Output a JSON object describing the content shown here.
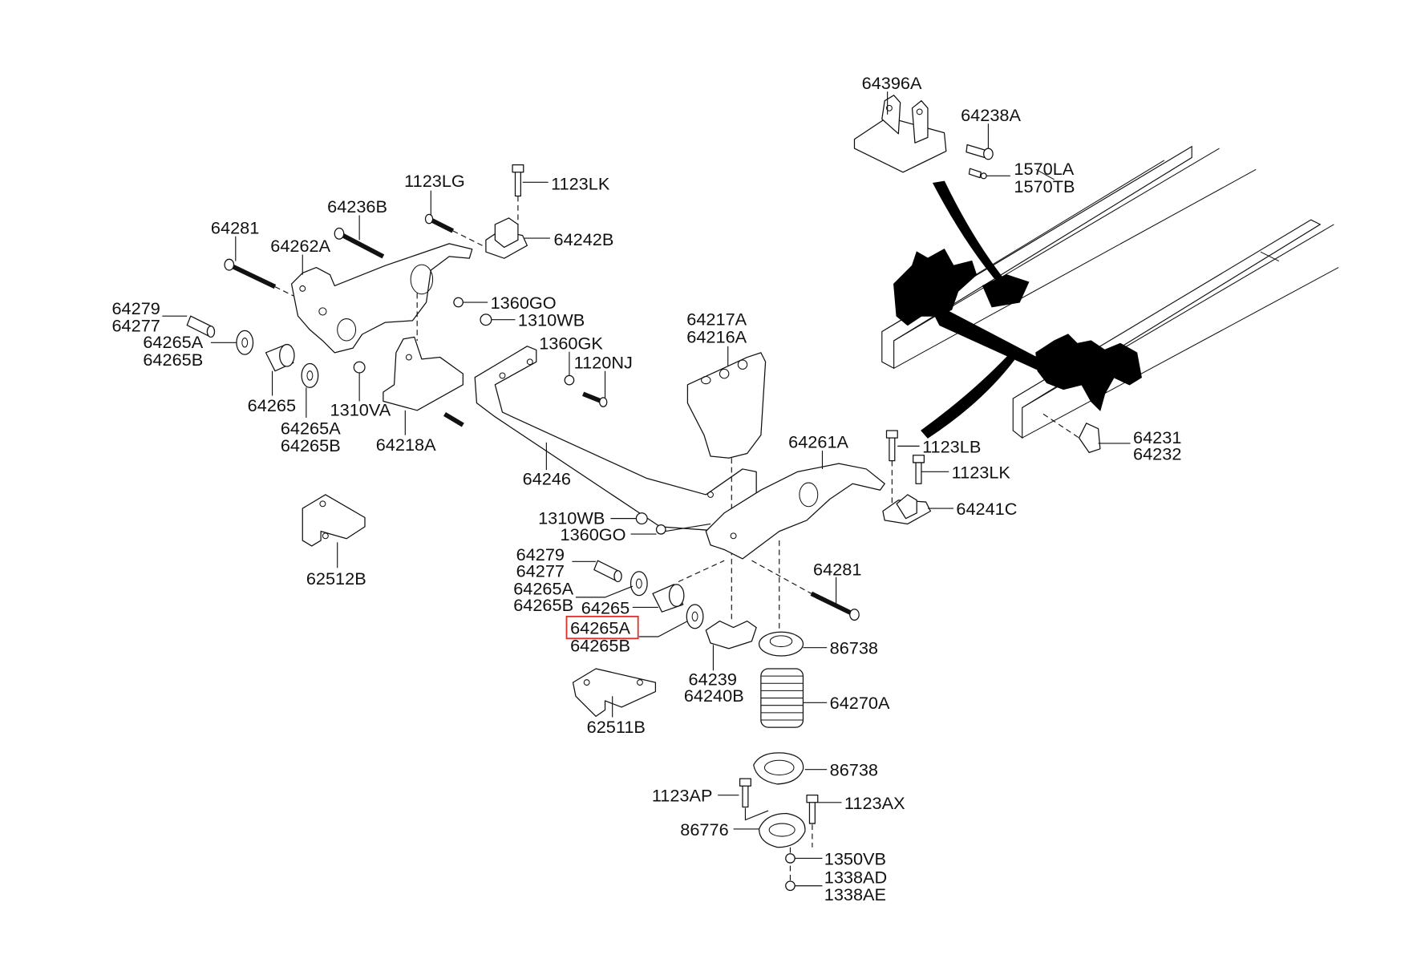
{
  "diagram": {
    "title": "Front Suspension Crossmember / Spring Parts Diagram",
    "highlight_color": "#e0302e",
    "highlighted_part": "64265A",
    "callouts": [
      {
        "id": "c-64396A",
        "lines": [
          "64396A"
        ]
      },
      {
        "id": "c-64238A",
        "lines": [
          "64238A"
        ]
      },
      {
        "id": "c-1570LA",
        "lines": [
          "1570LA",
          "1570TB"
        ]
      },
      {
        "id": "c-1123LG",
        "lines": [
          "1123LG"
        ]
      },
      {
        "id": "c-1123LK-top",
        "lines": [
          "1123LK"
        ]
      },
      {
        "id": "c-64236B",
        "lines": [
          "64236B"
        ]
      },
      {
        "id": "c-64242B",
        "lines": [
          "64242B"
        ]
      },
      {
        "id": "c-64281-left",
        "lines": [
          "64281"
        ]
      },
      {
        "id": "c-64262A",
        "lines": [
          "64262A"
        ]
      },
      {
        "id": "c-1360GO-top",
        "lines": [
          "1360GO"
        ]
      },
      {
        "id": "c-1310WB-top",
        "lines": [
          "1310WB"
        ]
      },
      {
        "id": "c-64279-left",
        "lines": [
          "64279",
          "64277"
        ]
      },
      {
        "id": "c-64265A-left1",
        "lines": [
          "64265A",
          "64265B"
        ]
      },
      {
        "id": "c-64265-left",
        "lines": [
          "64265"
        ]
      },
      {
        "id": "c-64265A-left2",
        "lines": [
          "64265A",
          "64265B"
        ]
      },
      {
        "id": "c-1310VA",
        "lines": [
          "1310VA"
        ]
      },
      {
        "id": "c-64218A",
        "lines": [
          "64218A"
        ]
      },
      {
        "id": "c-64217A",
        "lines": [
          "64217A",
          "64216A"
        ]
      },
      {
        "id": "c-1360GK",
        "lines": [
          "1360GK"
        ]
      },
      {
        "id": "c-1120NJ",
        "lines": [
          "1120NJ"
        ]
      },
      {
        "id": "c-64246",
        "lines": [
          "64246"
        ]
      },
      {
        "id": "c-64261A",
        "lines": [
          "64261A"
        ]
      },
      {
        "id": "c-1123LB",
        "lines": [
          "1123LB"
        ]
      },
      {
        "id": "c-1123LK-right",
        "lines": [
          "1123LK"
        ]
      },
      {
        "id": "c-64241C",
        "lines": [
          "64241C"
        ]
      },
      {
        "id": "c-64231",
        "lines": [
          "64231",
          "64232"
        ]
      },
      {
        "id": "c-62512B",
        "lines": [
          "62512B"
        ]
      },
      {
        "id": "c-1310WB-mid",
        "lines": [
          "1310WB"
        ]
      },
      {
        "id": "c-1360GO-mid",
        "lines": [
          "1360GO"
        ]
      },
      {
        "id": "c-64279-mid",
        "lines": [
          "64279",
          "64277"
        ]
      },
      {
        "id": "c-64265A-mid1",
        "lines": [
          "64265A",
          "64265B"
        ]
      },
      {
        "id": "c-64265-mid",
        "lines": [
          "64265"
        ]
      },
      {
        "id": "c-64265A-mid2",
        "lines": [
          "64265A",
          "64265B"
        ]
      },
      {
        "id": "c-64281-right",
        "lines": [
          "64281"
        ]
      },
      {
        "id": "c-86738-top",
        "lines": [
          "86738"
        ]
      },
      {
        "id": "c-64239",
        "lines": [
          "64239",
          "64240B"
        ]
      },
      {
        "id": "c-64270A",
        "lines": [
          "64270A"
        ]
      },
      {
        "id": "c-62511B",
        "lines": [
          "62511B"
        ]
      },
      {
        "id": "c-86738-bottom",
        "lines": [
          "86738"
        ]
      },
      {
        "id": "c-1123AP",
        "lines": [
          "1123AP"
        ]
      },
      {
        "id": "c-1123AX",
        "lines": [
          "1123AX"
        ]
      },
      {
        "id": "c-86776",
        "lines": [
          "86776"
        ]
      },
      {
        "id": "c-1350VB",
        "lines": [
          "1350VB"
        ]
      },
      {
        "id": "c-1338AD",
        "lines": [
          "1338AD",
          "1338AE"
        ]
      }
    ]
  }
}
